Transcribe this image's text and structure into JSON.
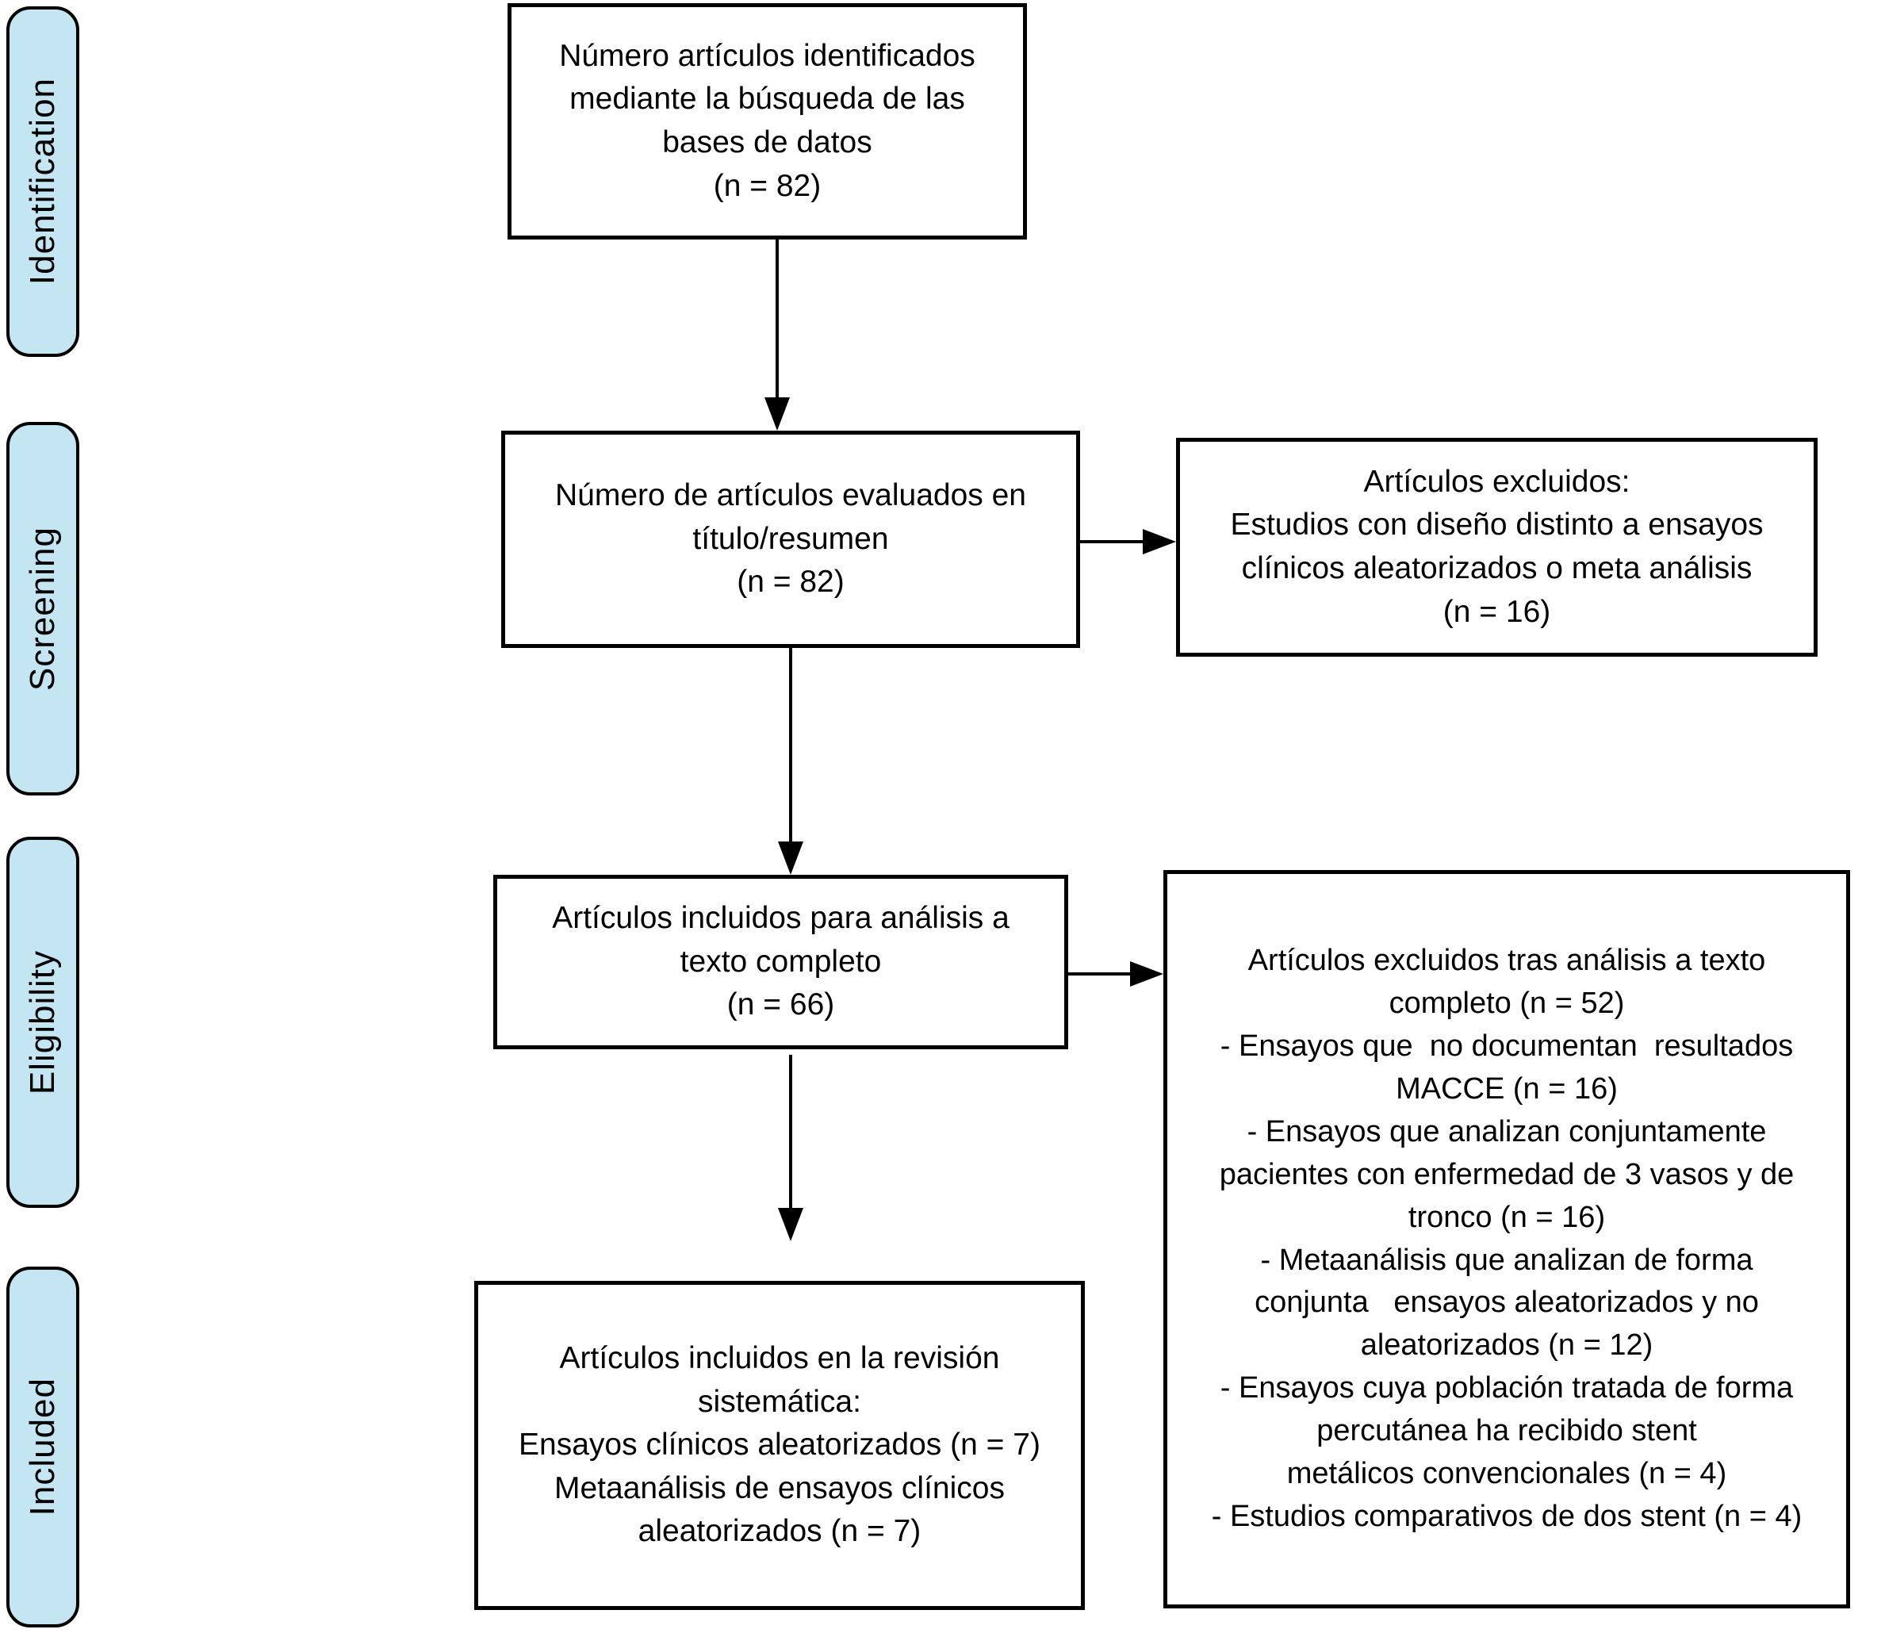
{
  "diagram_type": "prisma-flow",
  "colors": {
    "stage_fill": "#C4E5F2",
    "border": "#000000",
    "box_fill": "#FFFFFF",
    "text": "#000000"
  },
  "stages": [
    {
      "label": "Identification"
    },
    {
      "label": "Screening"
    },
    {
      "label": "Eligibility"
    },
    {
      "label": "Included"
    }
  ],
  "boxes": {
    "identified": {
      "text": "Número artículos identificados\nmediante la búsqueda de las\nbases de datos\n(n = 82)"
    },
    "screened": {
      "text": "Número de artículos evaluados en\ntítulo/resumen\n(n = 82)"
    },
    "excluded_screening": {
      "text": "Artículos excluidos:\nEstudios con diseño distinto a ensayos\nclínicos aleatorizados o meta análisis\n(n = 16)"
    },
    "fulltext": {
      "text": "Artículos incluidos para análisis a\ntexto completo\n(n = 66)"
    },
    "excluded_fulltext": {
      "text": "Artículos excluidos tras análisis a texto\ncompleto (n = 52)\n- Ensayos que  no documentan  resultados\nMACCE (n = 16)\n- Ensayos que analizan conjuntamente\npacientes con enfermedad de 3 vasos y de\ntronco (n = 16)\n- Metaanálisis que analizan de forma\nconjunta   ensayos aleatorizados y no\naleatorizados (n = 12)\n- Ensayos cuya población tratada de forma\npercutánea ha recibido stent\nmetálicos convencionales (n = 4)\n- Estudios comparativos de dos stent (n = 4)"
    },
    "included": {
      "text": "Artículos incluidos en la revisión\nsistemática:\nEnsayos clínicos aleatorizados (n = 7)\nMetaanálisis de ensayos clínicos\naleatorizados (n = 7)"
    }
  }
}
